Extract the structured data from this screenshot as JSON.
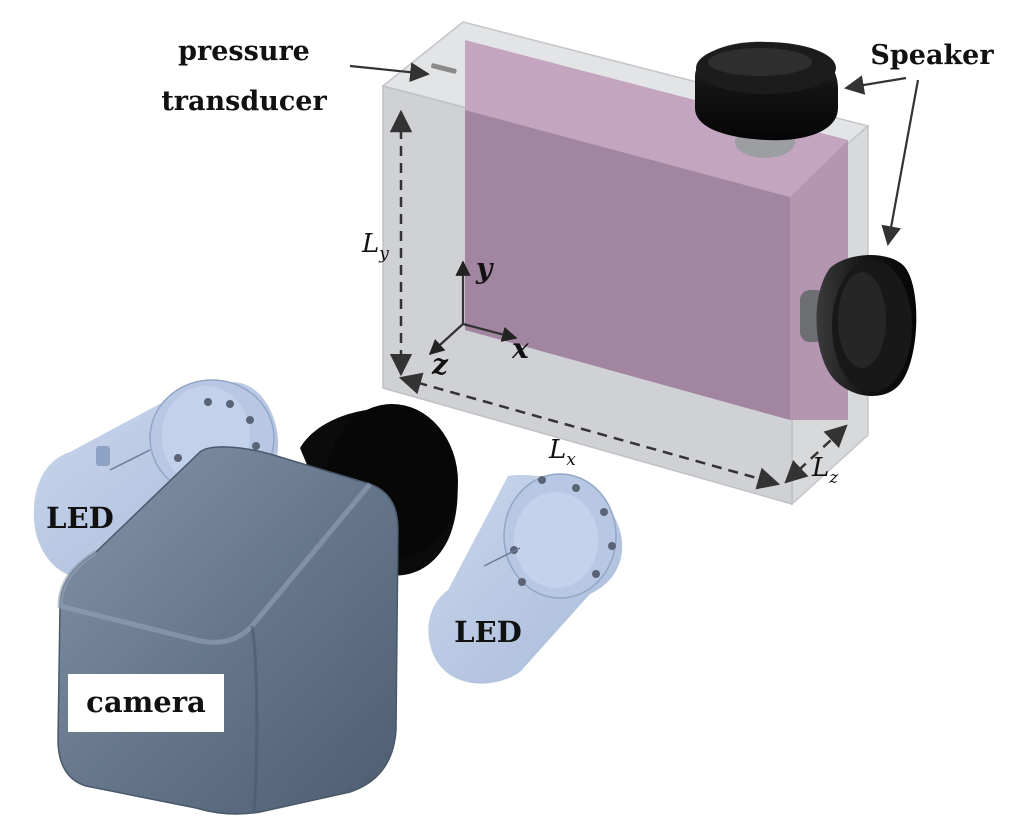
{
  "labels": {
    "pressure": "pressure",
    "transducer": "transducer",
    "speaker": "Speaker",
    "led_left": "LED",
    "led_right": "LED",
    "camera": "camera"
  },
  "dimensions": {
    "lx": {
      "base": "L",
      "sub": "x"
    },
    "ly": {
      "base": "L",
      "sub": "y"
    },
    "lz": {
      "base": "L",
      "sub": "z"
    }
  },
  "axes": {
    "x": "x",
    "y": "y",
    "z": "z"
  },
  "colors": {
    "tank_glass": "#c9cacc",
    "fluid_pink": "#b99ab3",
    "fluid_pink_dark": "#a285a0",
    "speaker_black": "#141414",
    "led_blue": "#aec0de",
    "camera_body": "#66778c",
    "lens_black": "#0b0b0b"
  }
}
